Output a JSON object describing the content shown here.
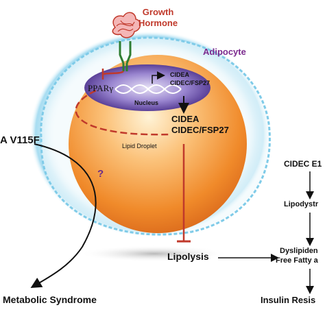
{
  "labels": {
    "growth_hormone": "Growth\nHormone",
    "adipocyte": "Adipocyte",
    "pparg": "PPARγ",
    "cidea_small": "CIDEA",
    "cidec_small": "CIDEC/FSP27",
    "nucleus": "Nucleus",
    "cidea_large": "CIDEA",
    "cidec_large": "CIDEC/FSP27",
    "lipid_droplet": "Lipid Droplet",
    "variant": "A V115F",
    "question_mark": "?",
    "metabolic_syndrome": "Metabolic Syndrome",
    "lipolysis": "Lipolysis",
    "cidec_mutation": "CIDEC E1",
    "lipodystrophy": "Lipodystr",
    "dyslipidemia": "Dyslipiden",
    "free_fatty_acids": "Free Fatty a",
    "insulin_resistance": "Insulin Resis"
  },
  "colors": {
    "growth_hormone": "#c0392b",
    "adipocyte": "#7b2a8e",
    "inhibition": "#c0392b",
    "question_mark": "#6a2b8a",
    "nucleus": "#6a4fb0",
    "droplet": "#f28c28",
    "glow": "#6ec6e8"
  }
}
